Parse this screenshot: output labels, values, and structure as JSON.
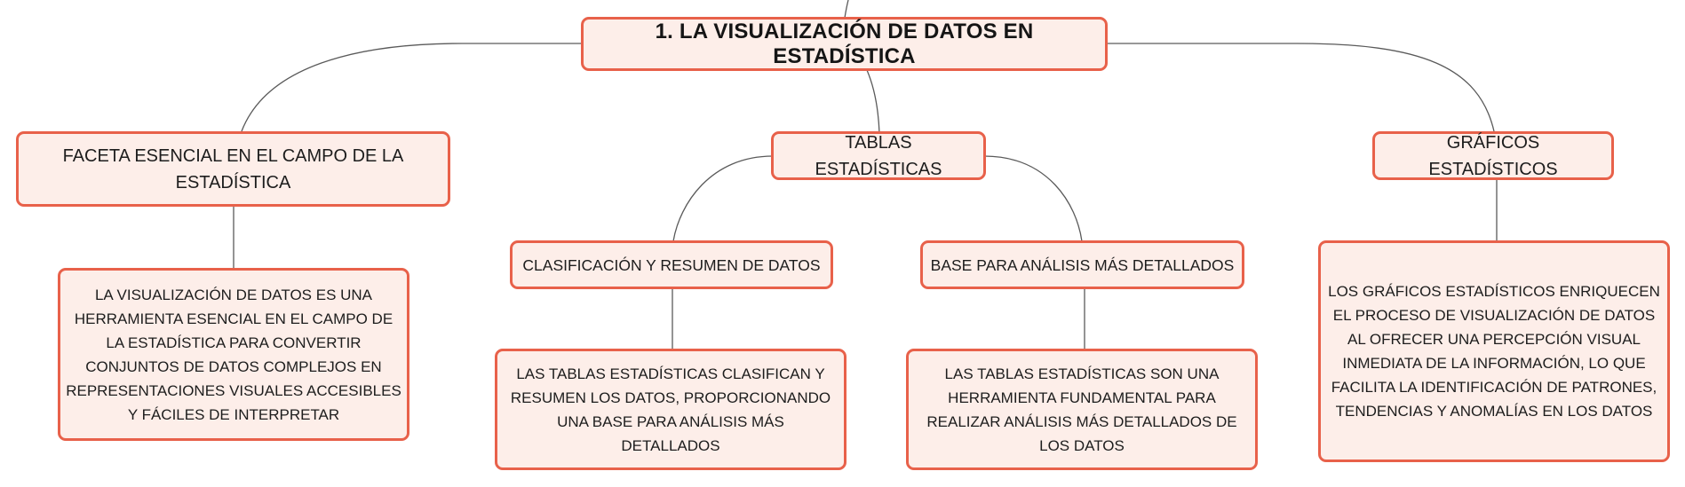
{
  "root": {
    "title": "1. LA VISUALIZACIÓN DE DATOS EN ESTADÍSTICA"
  },
  "branches": {
    "faceta": {
      "label": "FACETA ESENCIAL EN EL CAMPO DE LA ESTADÍSTICA",
      "detail": "LA VISUALIZACIÓN DE DATOS ES UNA HERRAMIENTA ESENCIAL EN EL CAMPO DE LA ESTADÍSTICA PARA CONVERTIR CONJUNTOS DE DATOS COMPLEJOS EN REPRESENTACIONES VISUALES ACCESIBLES Y FÁCILES DE INTERPRETAR"
    },
    "tablas": {
      "label": "TABLAS ESTADÍSTICAS",
      "children": [
        {
          "label": "CLASIFICACIÓN Y RESUMEN DE DATOS",
          "detail": "LAS TABLAS ESTADÍSTICAS CLASIFICAN Y RESUMEN LOS DATOS, PROPORCIONANDO UNA BASE PARA ANÁLISIS MÁS DETALLADOS"
        },
        {
          "label": "BASE PARA ANÁLISIS MÁS DETALLADOS",
          "detail": "LAS TABLAS ESTADÍSTICAS SON UNA HERRAMIENTA FUNDAMENTAL PARA REALIZAR ANÁLISIS MÁS DETALLADOS DE LOS DATOS"
        }
      ]
    },
    "graficos": {
      "label": "GRÁFICOS ESTADÍSTICOS",
      "detail": "LOS GRÁFICOS ESTADÍSTICOS ENRIQUECEN EL PROCESO DE VISUALIZACIÓN DE DATOS AL OFRECER UNA PERCEPCIÓN VISUAL INMEDIATA DE LA INFORMACIÓN, LO QUE FACILITA LA IDENTIFICACIÓN DE PATRONES, TENDENCIAS Y ANOMALÍAS EN LOS DATOS"
    }
  },
  "colors": {
    "node_fill": "#fdeee9",
    "node_border": "#e8614a",
    "connector": "#5a5a5a",
    "text": "#1d1d1d"
  }
}
